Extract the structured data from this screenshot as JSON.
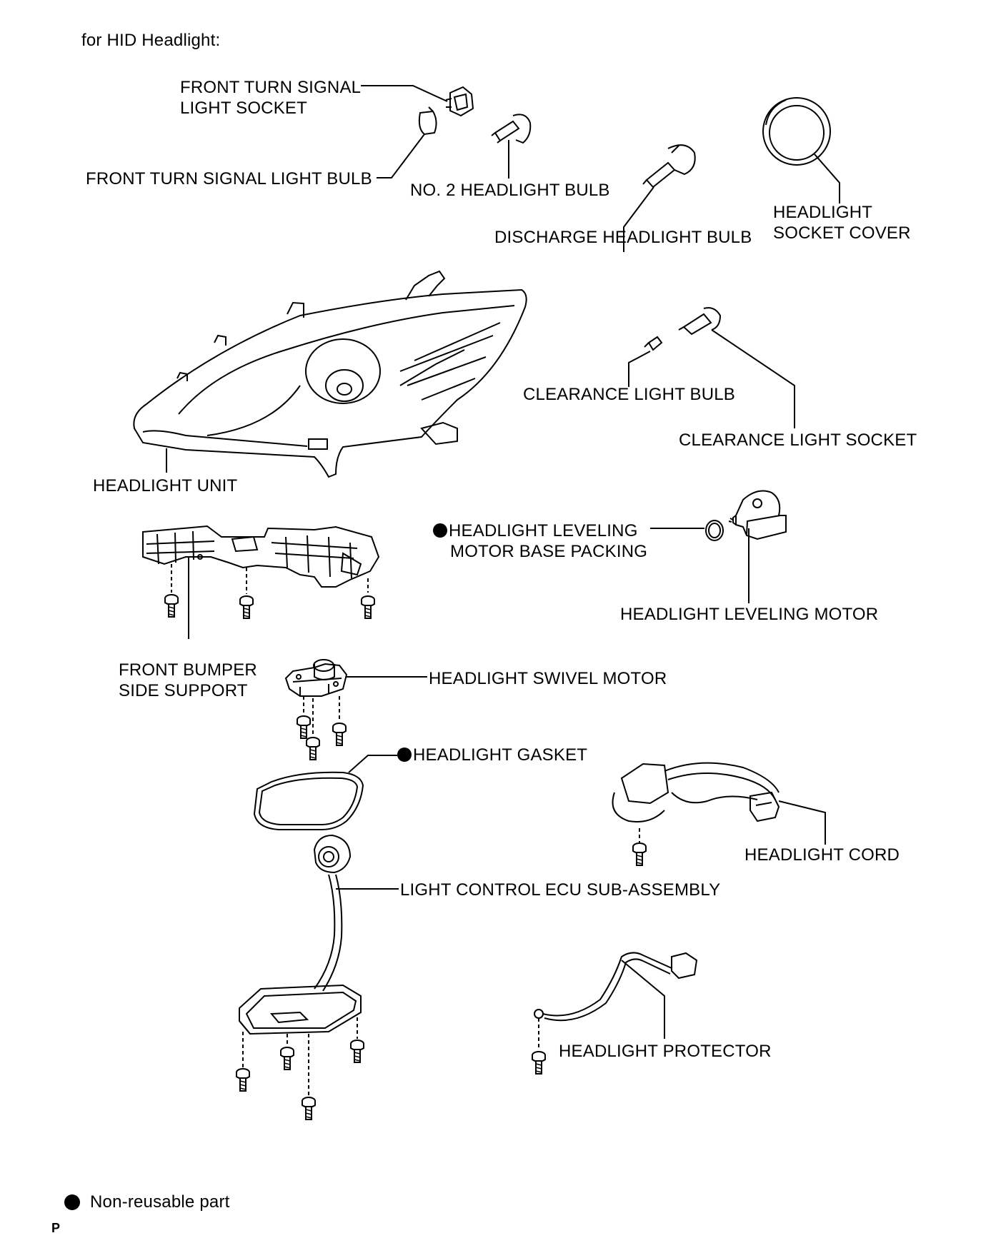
{
  "title": "for HID Headlight:",
  "labels": {
    "front_turn_signal_socket_1": "FRONT TURN SIGNAL",
    "front_turn_signal_socket_2": "LIGHT SOCKET",
    "front_turn_signal_bulb": "FRONT TURN SIGNAL LIGHT BULB",
    "no2_headlight_bulb": "NO. 2 HEADLIGHT BULB",
    "discharge_headlight_bulb": "DISCHARGE HEADLIGHT BULB",
    "socket_cover_1": "HEADLIGHT",
    "socket_cover_2": "SOCKET COVER",
    "clearance_light_bulb": "CLEARANCE LIGHT BULB",
    "clearance_light_socket": "CLEARANCE LIGHT SOCKET",
    "headlight_unit": "HEADLIGHT UNIT",
    "leveling_packing_1": "HEADLIGHT LEVELING",
    "leveling_packing_2": "MOTOR BASE PACKING",
    "leveling_motor": "HEADLIGHT LEVELING MOTOR",
    "bumper_support_1": "FRONT BUMPER",
    "bumper_support_2": "SIDE SUPPORT",
    "swivel_motor": "HEADLIGHT SWIVEL MOTOR",
    "headlight_gasket": "HEADLIGHT GASKET",
    "headlight_cord": "HEADLIGHT CORD",
    "ecu_sub_assembly": "LIGHT CONTROL ECU SUB-ASSEMBLY",
    "headlight_protector": "HEADLIGHT PROTECTOR"
  },
  "legend": {
    "non_reusable": "Non-reusable part"
  },
  "code": "P"
}
